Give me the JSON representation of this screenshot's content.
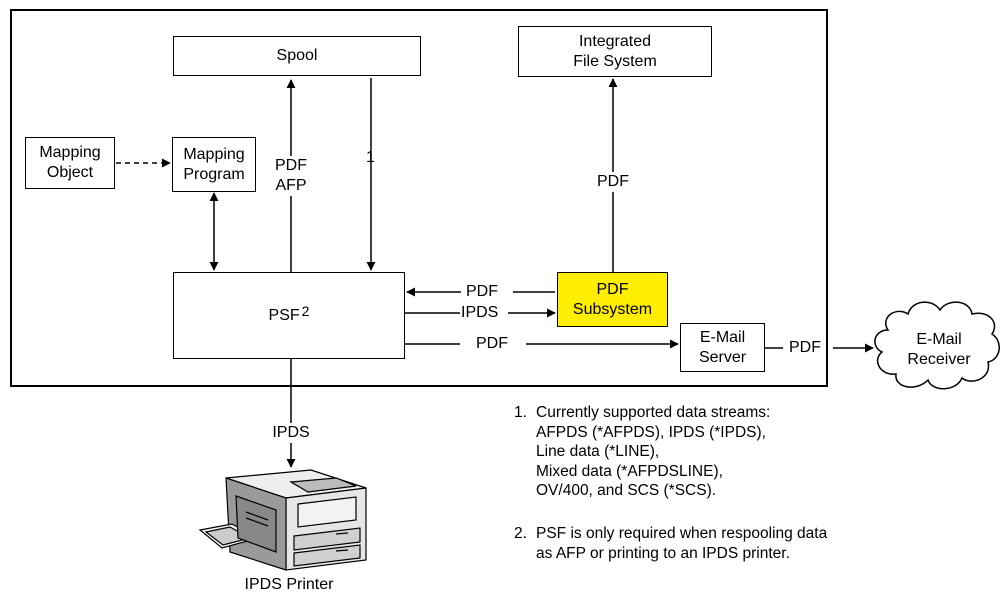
{
  "boxes": {
    "spool": "Spool",
    "ifs": [
      "Integrated",
      "File System"
    ],
    "mapping_object": [
      "Mapping",
      "Object"
    ],
    "mapping_program": [
      "Mapping",
      "Program"
    ],
    "psf": "PSF",
    "psf_note_ref": "2",
    "pdf_subsystem": [
      "PDF",
      "Subsystem"
    ],
    "email_server": [
      "E-Mail",
      "Server"
    ],
    "email_receiver": [
      "E-Mail",
      "Receiver"
    ],
    "printer": "IPDS Printer"
  },
  "edge_labels": {
    "psf_to_spool": [
      "PDF",
      "AFP"
    ],
    "spool_to_psf": "1",
    "subsystem_to_ifs": "PDF",
    "subsystem_to_psf": "PDF",
    "psf_to_subsystem": "IPDS",
    "psf_to_email": "PDF",
    "email_to_receiver": "PDF",
    "psf_to_printer": "IPDS"
  },
  "notes": [
    {
      "num": "1.",
      "lines": [
        "Currently supported data streams:",
        "AFPDS (*AFPDS), IPDS (*IPDS),",
        "Line data (*LINE),",
        "Mixed data (*AFPDSLINE),",
        "OV/400, and SCS (*SCS)."
      ]
    },
    {
      "num": "2.",
      "lines": [
        "PSF is only required when respooling data",
        "as AFP or printing to an IPDS printer."
      ]
    }
  ],
  "colors": {
    "highlight": "#ffee00",
    "line": "#000000"
  }
}
